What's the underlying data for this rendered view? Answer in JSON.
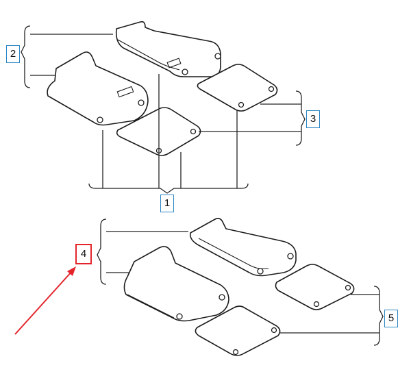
{
  "callouts": {
    "c1": "1",
    "c2": "2",
    "c3": "3",
    "c4": "4",
    "c5": "5"
  },
  "colors": {
    "callout_border": "#2b86c5",
    "highlight": "#e4232b",
    "line": "#222222"
  },
  "icons": {
    "arrow": "red-arrow-icon"
  }
}
